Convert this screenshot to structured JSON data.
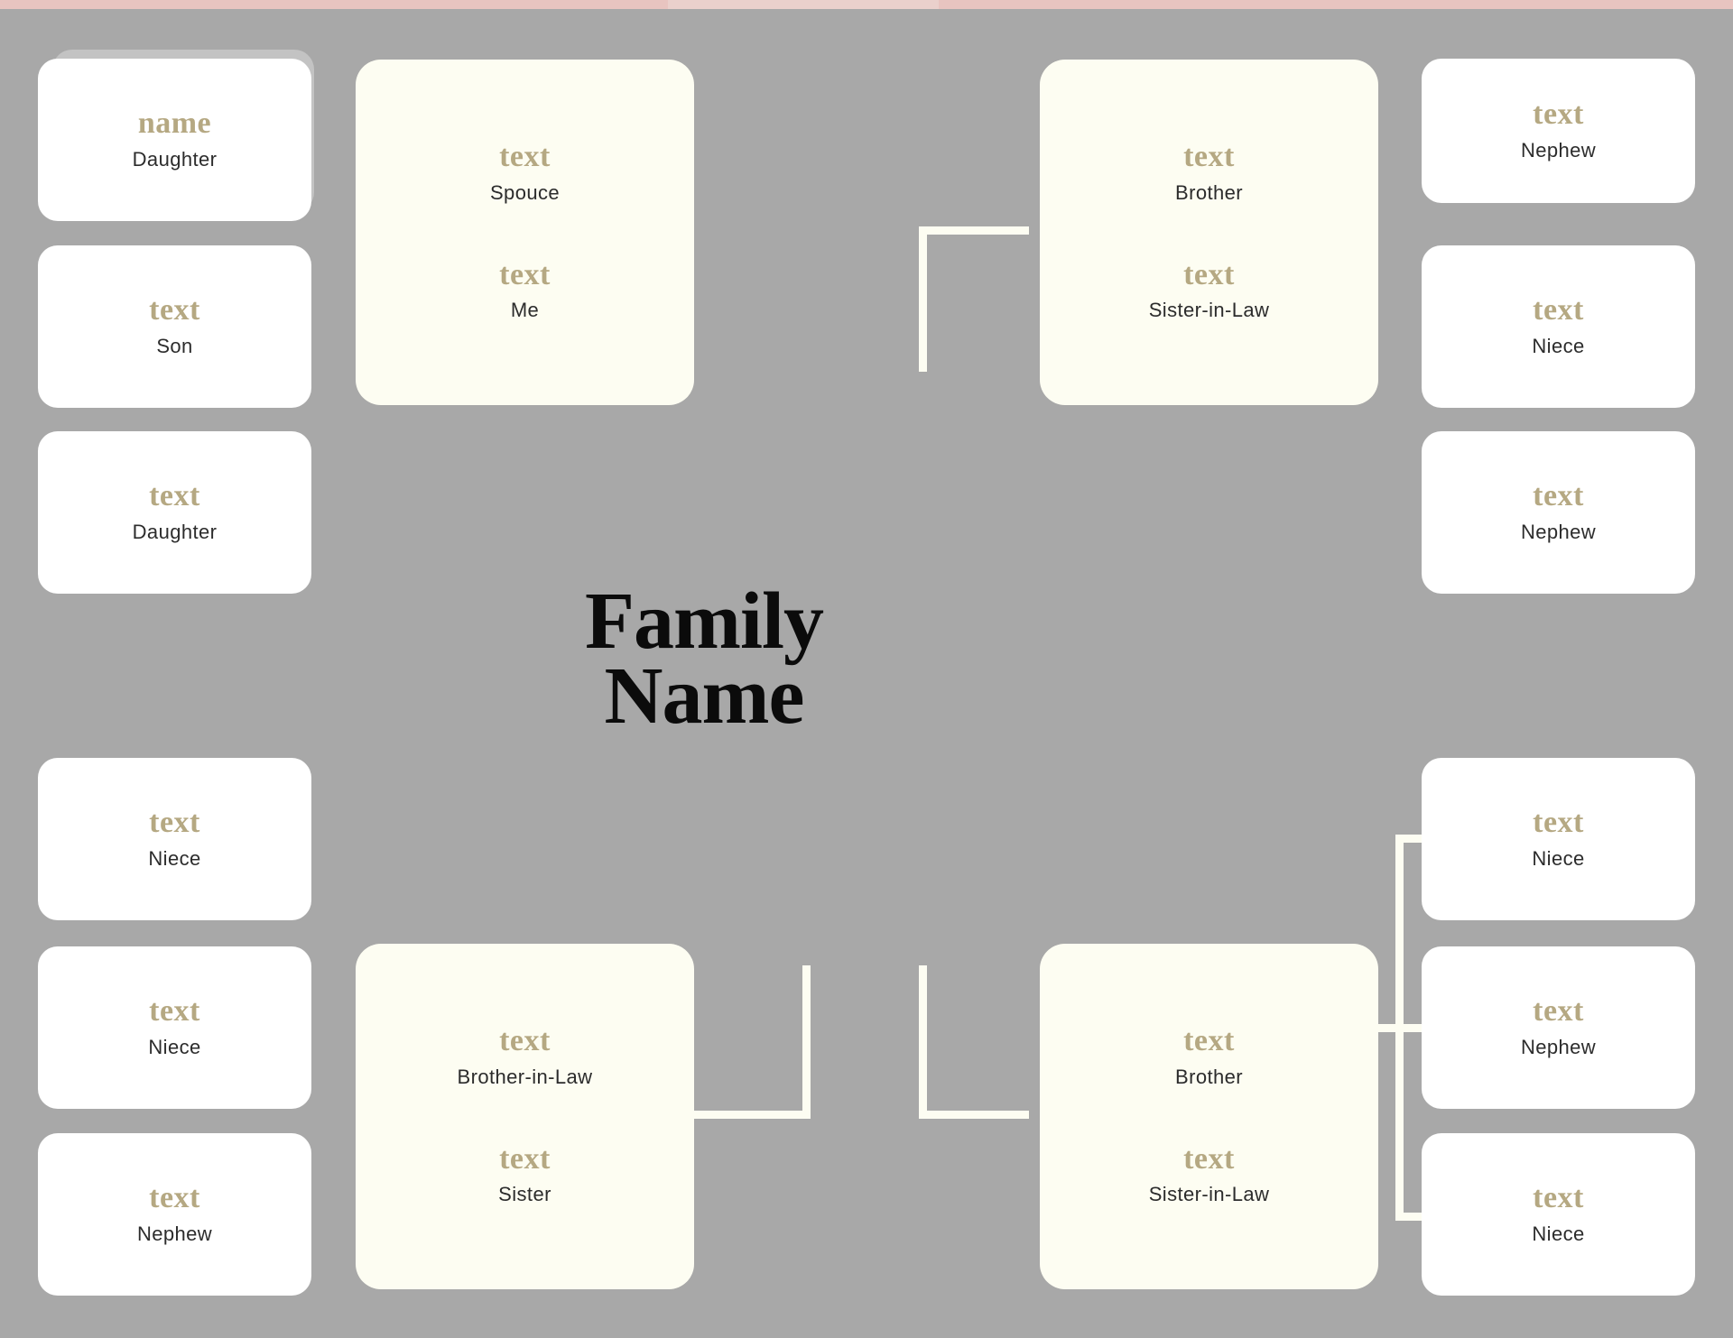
{
  "app": {
    "background_color": "#a8a8a8",
    "card_color": "#ffffff",
    "couple_card_color": "#fdfdf2",
    "accent_color": "#b5a882",
    "connector_color": "#fdfdf2",
    "title_color": "#0b0b0b",
    "top_strip_color": "#e8c4c0"
  },
  "title": {
    "line1": "Family",
    "line2": "Name"
  },
  "cards": [
    {
      "id": "card-daughter-1",
      "selected": true,
      "type": "single",
      "people": [
        {
          "name": "name",
          "relation": "Daughter"
        }
      ]
    },
    {
      "id": "card-son",
      "selected": false,
      "type": "single",
      "people": [
        {
          "name": "text",
          "relation": "Son"
        }
      ]
    },
    {
      "id": "card-daughter-2",
      "selected": false,
      "type": "single",
      "people": [
        {
          "name": "text",
          "relation": "Daughter"
        }
      ]
    },
    {
      "id": "card-me-spouse",
      "selected": false,
      "type": "couple",
      "people": [
        {
          "name": "text",
          "relation": "Spouce"
        },
        {
          "name": "text",
          "relation": "Me"
        }
      ]
    },
    {
      "id": "card-brother-sisterinlaw-top",
      "selected": false,
      "type": "couple",
      "people": [
        {
          "name": "text",
          "relation": "Brother"
        },
        {
          "name": "text",
          "relation": "Sister-in-Law"
        }
      ]
    },
    {
      "id": "card-nephew-top",
      "selected": false,
      "type": "single",
      "people": [
        {
          "name": "text",
          "relation": "Nephew"
        }
      ]
    },
    {
      "id": "card-niece-top",
      "selected": false,
      "type": "single",
      "people": [
        {
          "name": "text",
          "relation": "Niece"
        }
      ]
    },
    {
      "id": "card-nephew-top-2",
      "selected": false,
      "type": "single",
      "people": [
        {
          "name": "text",
          "relation": "Nephew"
        }
      ]
    },
    {
      "id": "card-niece-bl-1",
      "selected": false,
      "type": "single",
      "people": [
        {
          "name": "text",
          "relation": "Niece"
        }
      ]
    },
    {
      "id": "card-niece-bl-2",
      "selected": false,
      "type": "single",
      "people": [
        {
          "name": "text",
          "relation": "Niece"
        }
      ]
    },
    {
      "id": "card-nephew-bl",
      "selected": false,
      "type": "single",
      "people": [
        {
          "name": "text",
          "relation": "Nephew"
        }
      ]
    },
    {
      "id": "card-sister-brotherinlaw",
      "selected": false,
      "type": "couple",
      "people": [
        {
          "name": "text",
          "relation": "Brother-in-Law"
        },
        {
          "name": "text",
          "relation": "Sister"
        }
      ]
    },
    {
      "id": "card-brother-sisterinlaw-bottom",
      "selected": false,
      "type": "couple",
      "people": [
        {
          "name": "text",
          "relation": "Brother"
        },
        {
          "name": "text",
          "relation": "Sister-in-Law"
        }
      ]
    },
    {
      "id": "card-niece-br-1",
      "selected": false,
      "type": "single",
      "people": [
        {
          "name": "text",
          "relation": "Niece"
        }
      ]
    },
    {
      "id": "card-nephew-br",
      "selected": false,
      "type": "single",
      "people": [
        {
          "name": "text",
          "relation": "Nephew"
        }
      ]
    },
    {
      "id": "card-niece-br-2",
      "selected": false,
      "type": "single",
      "people": [
        {
          "name": "text",
          "relation": "Niece"
        }
      ]
    }
  ]
}
